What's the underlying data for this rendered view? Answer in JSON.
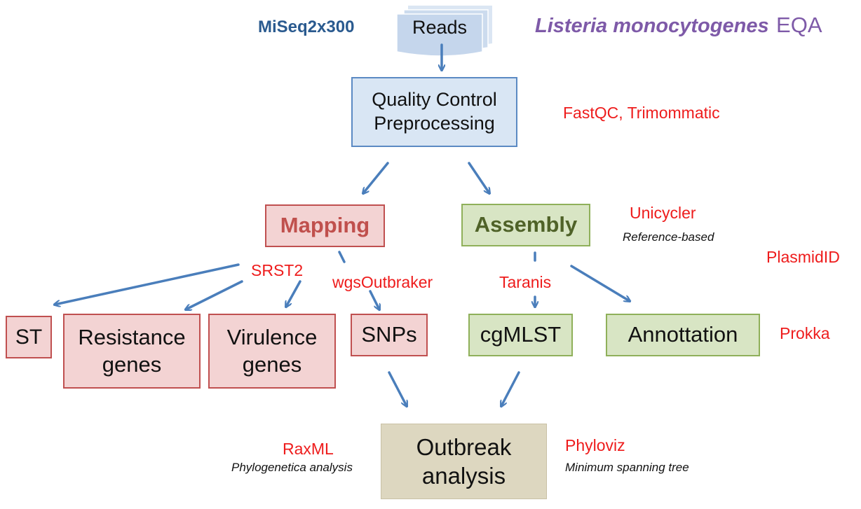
{
  "header": {
    "platform": "MiSeq2x300",
    "organism": "Listeria monocytogenes",
    "program": "EQA"
  },
  "colors": {
    "arrow": "#4a7ebb",
    "tool_text": "#ee1c1c",
    "platform_text": "#2a5a8f",
    "organism_text": "#7e5aa8"
  },
  "nodes": {
    "reads": "Reads",
    "qc_line1": "Quality Control",
    "qc_line2": "Preprocessing",
    "mapping": "Mapping",
    "assembly": "Assembly",
    "st": "ST",
    "resistance_line1": "Resistance",
    "resistance_line2": "genes",
    "virulence_line1": "Virulence",
    "virulence_line2": "genes",
    "snps": "SNPs",
    "cgmlst": "cgMLST",
    "annotation": "Annottation",
    "outbreak_line1": "Outbreak",
    "outbreak_line2": "analysis"
  },
  "tools": {
    "qc": "FastQC, Trimommatic",
    "assembly": "Unicycler",
    "assembly_note": "Reference-based",
    "plasmid": "PlasmidID",
    "srst2": "SRST2",
    "outbraker": "wgsOutbraker",
    "taranis": "Taranis",
    "prokka": "Prokka",
    "raxml": "RaxML",
    "raxml_note": "Phylogenetica analysis",
    "phyloviz": "Phyloviz",
    "phyloviz_note": "Minimum spanning tree"
  }
}
